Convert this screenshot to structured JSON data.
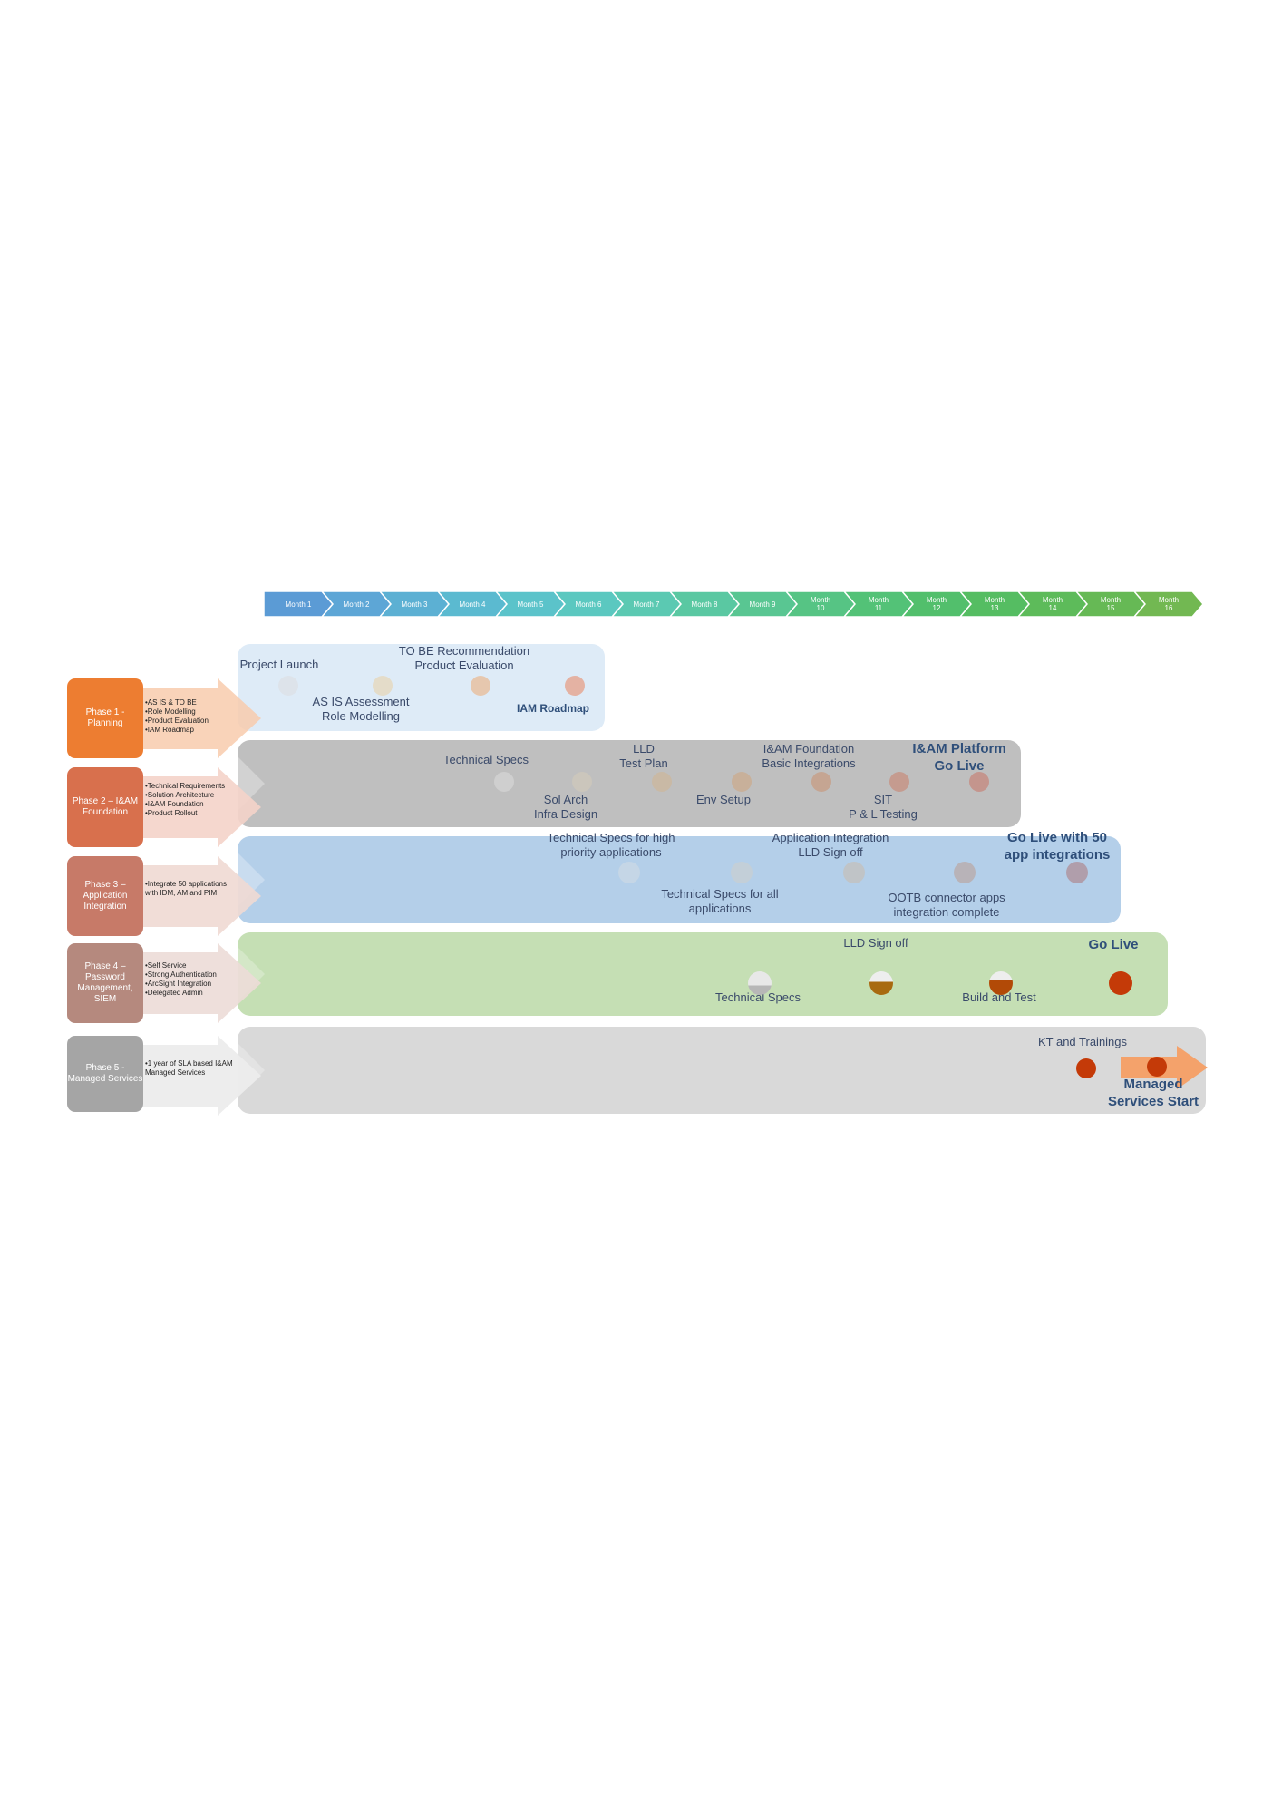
{
  "timeline": {
    "months": [
      "Month 1",
      "Month 2",
      "Month 3",
      "Month 4",
      "Month 5",
      "Month 6",
      "Month 7",
      "Month 8",
      "Month 9",
      "Month 10",
      "Month 11",
      "Month 12",
      "Month 13",
      "Month 14",
      "Month 15",
      "Month 16"
    ]
  },
  "phases": [
    {
      "label": "Phase 1 - Planning",
      "bullets": [
        "AS IS & TO BE",
        "Role Modelling",
        "Product Evaluation",
        "IAM Roadmap"
      ],
      "milestones": [
        {
          "text": "Project Launch"
        },
        {
          "text": "TO BE Recommendation\nProduct Evaluation"
        },
        {
          "text": "AS IS Assessment\nRole Modelling"
        },
        {
          "text": "IAM Roadmap"
        }
      ]
    },
    {
      "label": "Phase 2 – I&AM Foundation",
      "bullets": [
        "Technical Requirements",
        "Solution Architecture",
        "I&AM Foundation",
        "Product Rollout"
      ],
      "milestones": [
        {
          "text": "Technical Specs"
        },
        {
          "text": "LLD\nTest Plan"
        },
        {
          "text": "I&AM Foundation\nBasic Integrations"
        },
        {
          "text": "I&AM Platform\nGo Live"
        },
        {
          "text": "Sol Arch\nInfra Design"
        },
        {
          "text": "Env Setup"
        },
        {
          "text": "SIT\nP & L Testing"
        }
      ]
    },
    {
      "label": "Phase 3 – Application Integration",
      "bullets": [
        "Integrate 50 applications with IDM, AM and PIM"
      ],
      "milestones": [
        {
          "text": "Technical Specs for high\npriority applications"
        },
        {
          "text": "Application Integration\nLLD Sign off"
        },
        {
          "text": "Go Live with 50\napp integrations"
        },
        {
          "text": "Technical Specs for all\napplications"
        },
        {
          "text": "OOTB connector apps\nintegration complete"
        }
      ]
    },
    {
      "label": "Phase 4 – Password Management, SIEM",
      "bullets": [
        "Self Service",
        "Strong Authentication",
        "ArcSight Integration",
        "Delegated Admin"
      ],
      "milestones": [
        {
          "text": "LLD Sign off"
        },
        {
          "text": "Go Live"
        },
        {
          "text": "Technical Specs"
        },
        {
          "text": "Build and Test"
        }
      ]
    },
    {
      "label": "Phase 5 - Managed Services",
      "bullets": [
        "1 year of SLA based I&AM Managed Services"
      ],
      "milestones": [
        {
          "text": "KT and Trainings"
        },
        {
          "text": "Managed\nServices Start"
        }
      ]
    }
  ],
  "colors": {
    "phase1": "#ed7d31",
    "phase2": "#d8704d",
    "phase3": "#c77a68",
    "phase4": "#b5897e",
    "phase5": "#a5a5a5",
    "band1": "#deebf7",
    "band2": "#bfbfbf",
    "band3": "#b4cfe9",
    "band4": "#c5dfb4",
    "band5": "#d9d9d9"
  }
}
